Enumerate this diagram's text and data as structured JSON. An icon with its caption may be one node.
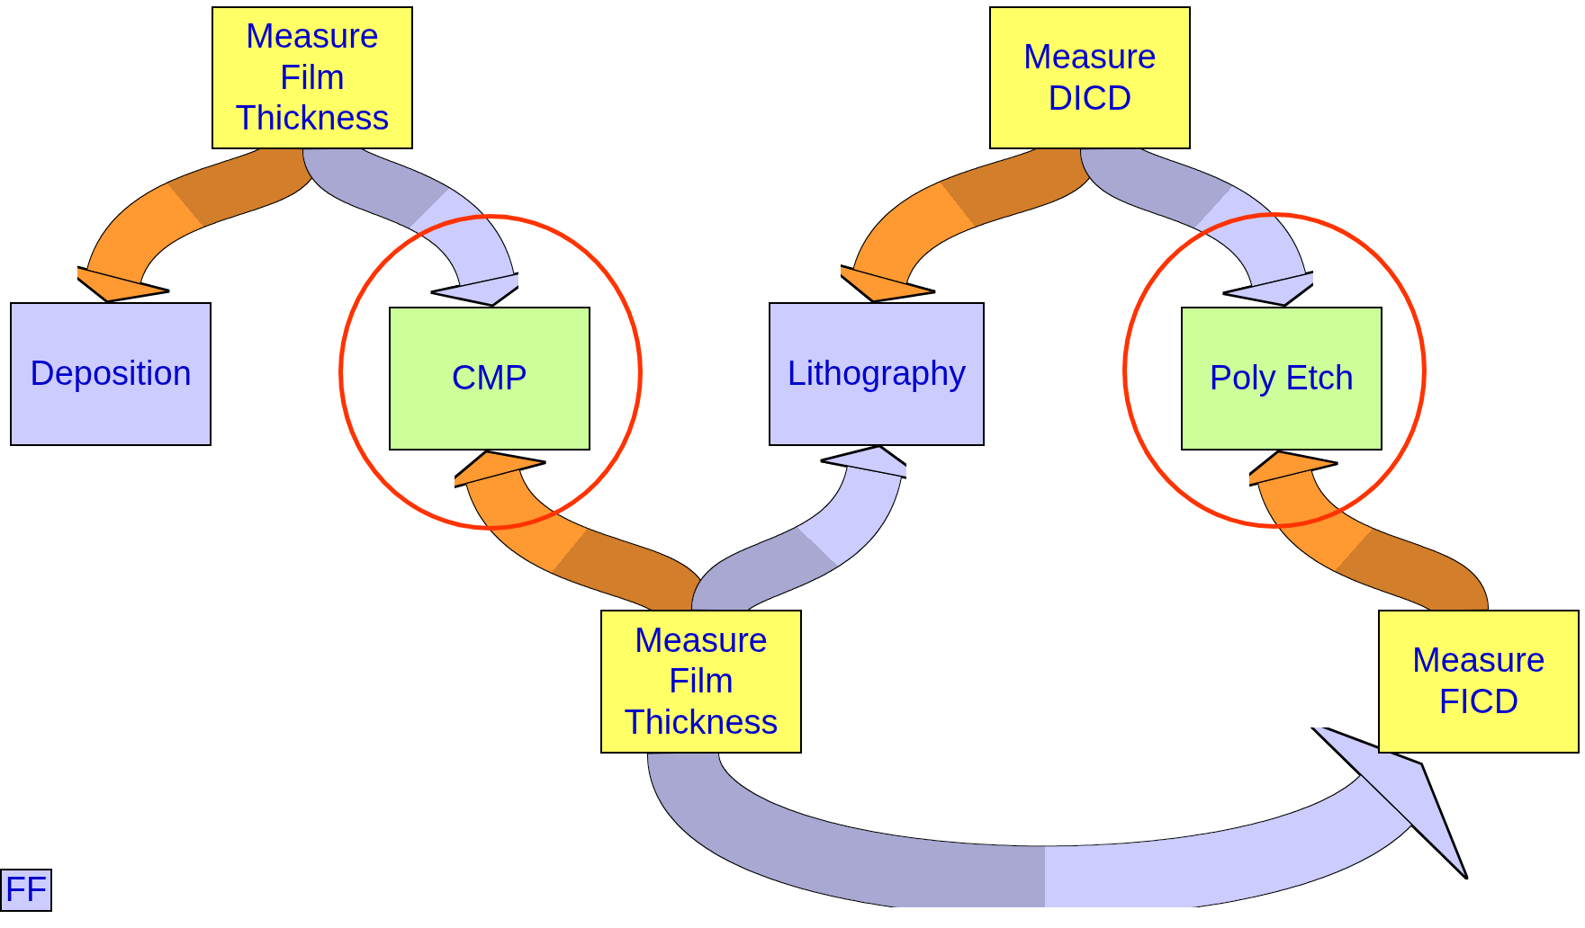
{
  "diagram": {
    "nodes": [
      {
        "text": [
          "Measure Film Thickness"
        ]
      },
      {
        "text": [
          "Measure DICD"
        ]
      },
      {
        "text": [
          "Deposition"
        ]
      },
      {
        "text": [],
        "shape": "circle"
      },
      {
        "text": [
          "CMP"
        ],
        "in": 3
      },
      {
        "text": [
          "Lithography"
        ]
      },
      {
        "text": [],
        "shape": "circle"
      },
      {
        "text": [
          "Poly Etch"
        ],
        "in": 6
      },
      {
        "text": [
          "Measure Film Thickness"
        ]
      },
      {
        "text": [
          "Measure FICD"
        ]
      }
    ],
    "edges": [
      {
        "from": 0,
        "to": 2,
        "arrow": "to",
        "color": "#ff9933"
      },
      {
        "from": 0,
        "to": 4,
        "arrow": "to",
        "color": "#ccccff"
      },
      {
        "from": 1,
        "to": 5,
        "arrow": "to",
        "color": "#ff9933"
      },
      {
        "from": 1,
        "to": 7,
        "arrow": "to",
        "color": "#ccccff"
      },
      {
        "from": 8,
        "to": 4,
        "arrow": "to",
        "color": "#ff9933"
      },
      {
        "from": 8,
        "to": 5,
        "arrow": "to",
        "color": "#ccccff"
      },
      {
        "from": 9,
        "to": 7,
        "arrow": "to",
        "color": "#ff9933"
      },
      {
        "from": 8,
        "to": 9,
        "arrow": "to",
        "color": "#ccccff"
      }
    ],
    "legend": [
      {
        "text": "FF",
        "color": "#ccccff"
      }
    ]
  }
}
